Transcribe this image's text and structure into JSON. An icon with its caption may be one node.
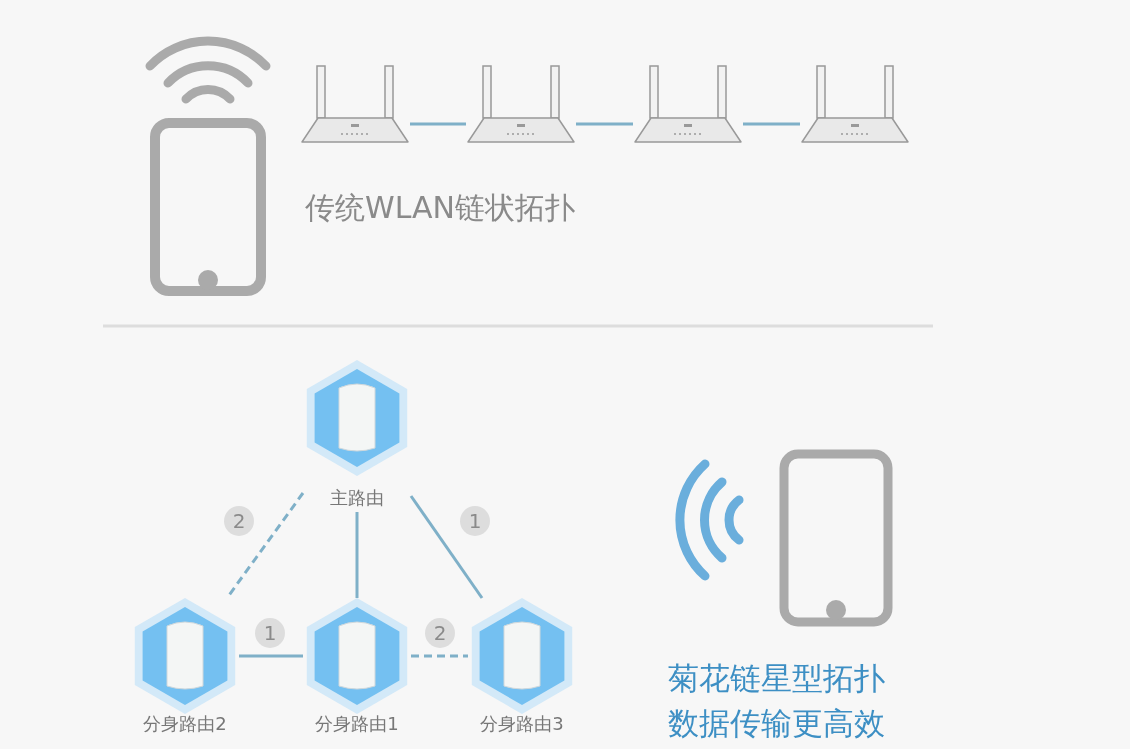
{
  "diagram": {
    "nodes": [
      {
        "text": [],
        "shape": "picture"
      },
      {
        "text": [],
        "shape": "picture"
      },
      {
        "text": [],
        "shape": "picture"
      },
      {
        "text": [],
        "shape": "picture"
      },
      {
        "text": [
          "主路由"
        ]
      },
      {
        "text": [
          "分身路由2"
        ]
      },
      {
        "text": [
          "分身路由1"
        ]
      },
      {
        "text": [
          "分身路由3"
        ]
      }
    ],
    "edges": [
      {
        "from": 0,
        "to": 1,
        "arrow": "none"
      },
      {
        "from": 1,
        "to": 2,
        "arrow": "none"
      },
      {
        "from": 2,
        "to": 3,
        "arrow": "none"
      },
      {
        "from": 4,
        "to": 5,
        "arrow": "none",
        "label": "2",
        "style": "dashed"
      },
      {
        "from": 4,
        "to": 6,
        "arrow": "none"
      },
      {
        "from": 4,
        "to": 7,
        "arrow": "none",
        "label": "1"
      },
      {
        "from": 5,
        "to": 6,
        "arrow": "none",
        "label": "1"
      },
      {
        "from": 6,
        "to": 7,
        "arrow": "none",
        "label": "2",
        "style": "dashed"
      }
    ],
    "labels": [
      "传统WLAN链状拓扑",
      "菊花链星型拓扑",
      "数据传输更高效"
    ]
  }
}
